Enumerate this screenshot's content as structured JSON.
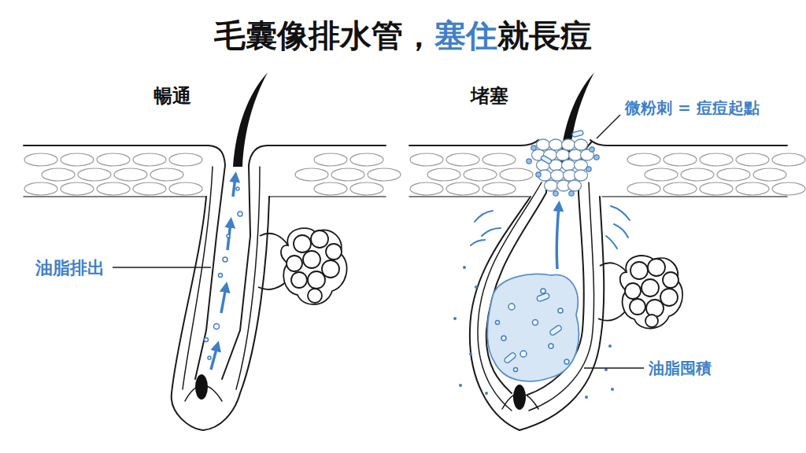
{
  "diagram": {
    "title": "毛囊像排水管，塞住就長痘",
    "labels": [
      "暢通",
      "油脂排出",
      "堵塞",
      "微粉刺 = 痘痘起點",
      "油脂囤積"
    ]
  }
}
